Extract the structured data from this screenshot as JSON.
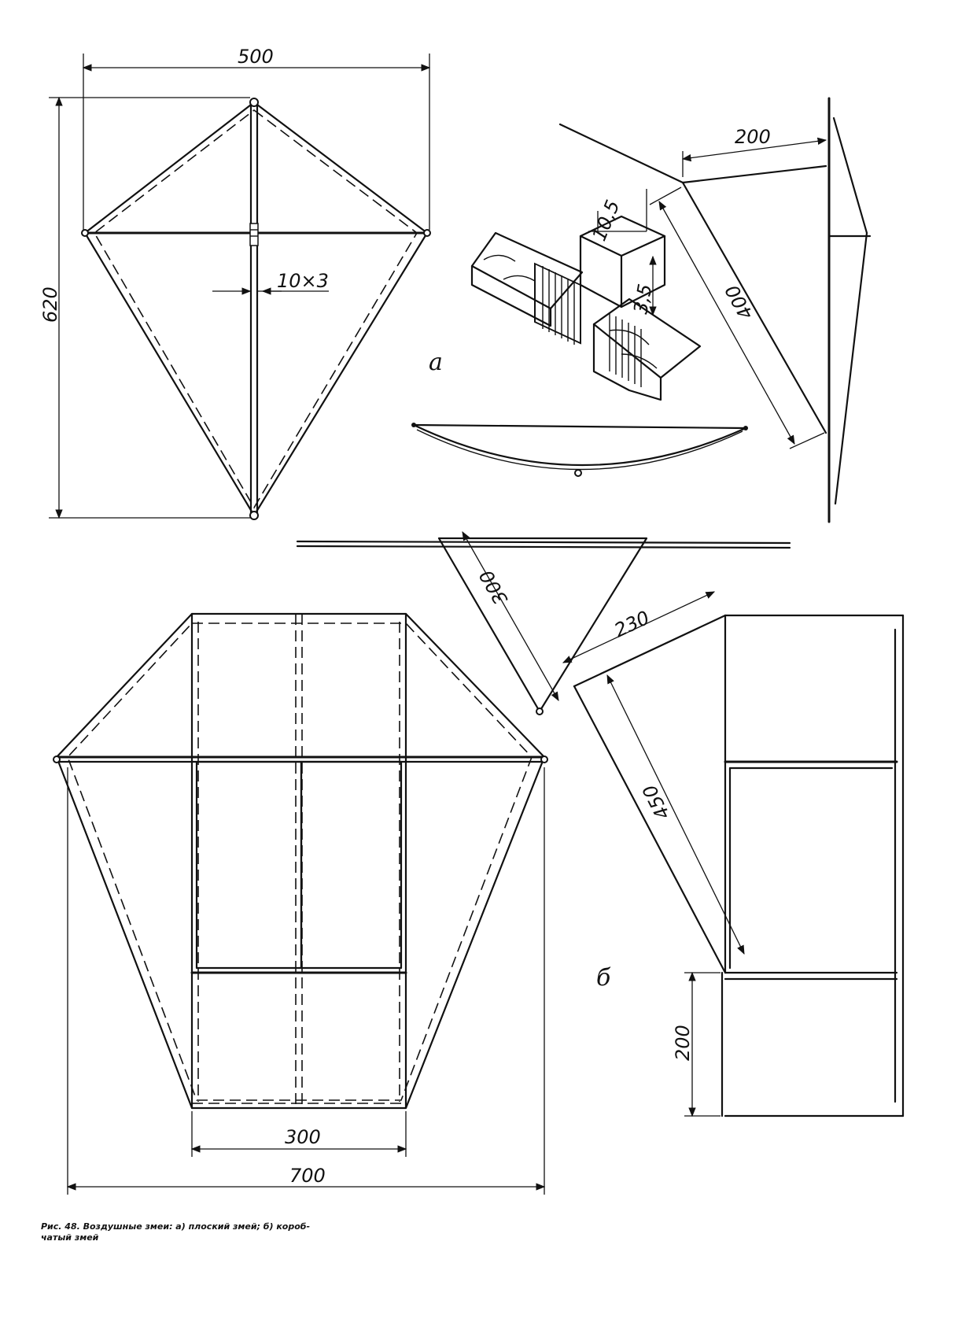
{
  "flat_kite": {
    "width_label": "500",
    "height_label": "620",
    "spar_label": "10×3",
    "side_width_label": "200",
    "side_height_label": "400",
    "joint_w_label": "10,5",
    "joint_h_label": "3,5",
    "letter": "а"
  },
  "box_kite": {
    "top_width_label": "300",
    "bottom_width_label": "700",
    "side_300_label": "300",
    "side_230_label": "230",
    "side_450_label": "450",
    "cell_height_label": "200",
    "letter": "б"
  },
  "caption": {
    "line1": "Рис. 48. Воздушные змеи: а) плоский змей; б) короб-",
    "line2": "чатый змей"
  }
}
